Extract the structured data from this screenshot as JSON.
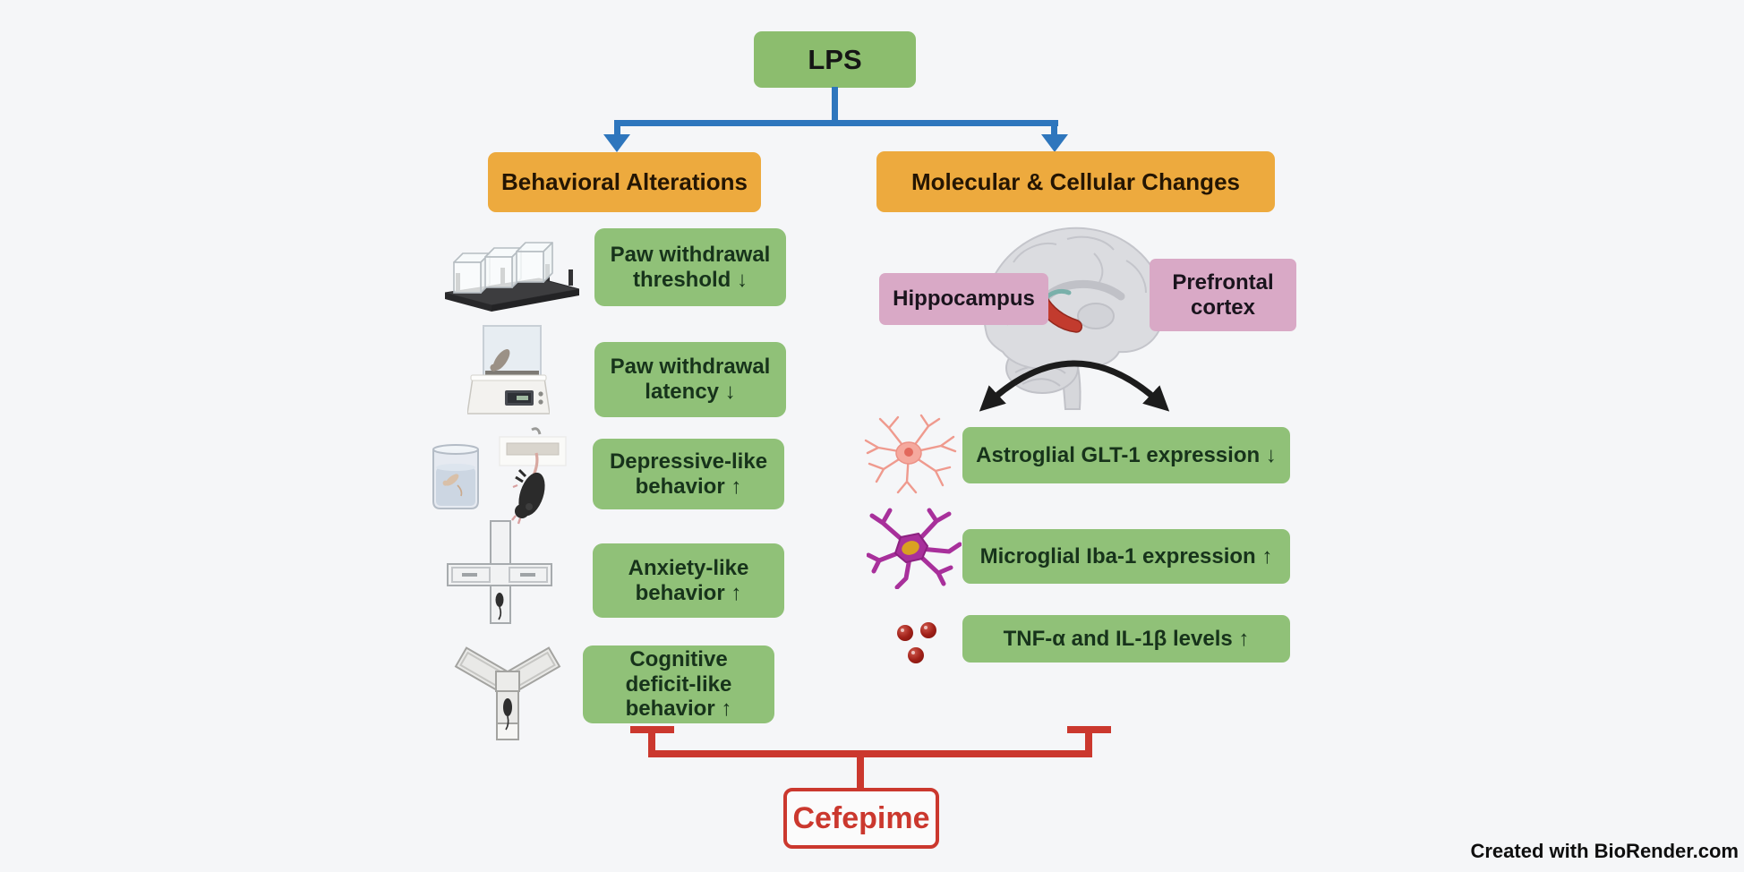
{
  "nodes": {
    "lps": "LPS",
    "left_header": "Behavioral Alterations",
    "right_header": "Molecular & Cellular Changes",
    "inhibitor": "Cefepime",
    "credit": "Created with BioRender.com"
  },
  "brain": {
    "region_left": "Hippocampus",
    "region_right": "Prefrontal cortex"
  },
  "behavioral_items": [
    {
      "label": "Paw withdrawal threshold ↓",
      "icon": "von-frey-apparatus"
    },
    {
      "label": "Paw withdrawal latency ↓",
      "icon": "plantar-test-apparatus"
    },
    {
      "label": "Depressive-like behavior ↑",
      "icon": "forced-swim-and-tail-suspension-test"
    },
    {
      "label": "Anxiety-like behavior ↑",
      "icon": "elevated-plus-maze"
    },
    {
      "label": "Cognitive deficit-like behavior ↑",
      "icon": "y-maze"
    }
  ],
  "molecular_items": [
    {
      "label": "Astroglial GLT-1 expression ↓",
      "icon": "astrocyte"
    },
    {
      "label": "Microglial Iba-1 expression ↑",
      "icon": "microglia"
    },
    {
      "label": "TNF-α and IL-1β levels ↑",
      "icon": "cytokine-molecules"
    }
  ],
  "colors": {
    "background": "#f5f6f8",
    "green_box": "#90c178",
    "lps_green": "#8cbd6e",
    "orange_box": "#edaa3e",
    "pink_box": "#d9a9c6",
    "red_accent": "#cb382e",
    "blue_arrow": "#2e76bd",
    "hippocampus_highlight": "#c23b2e"
  }
}
